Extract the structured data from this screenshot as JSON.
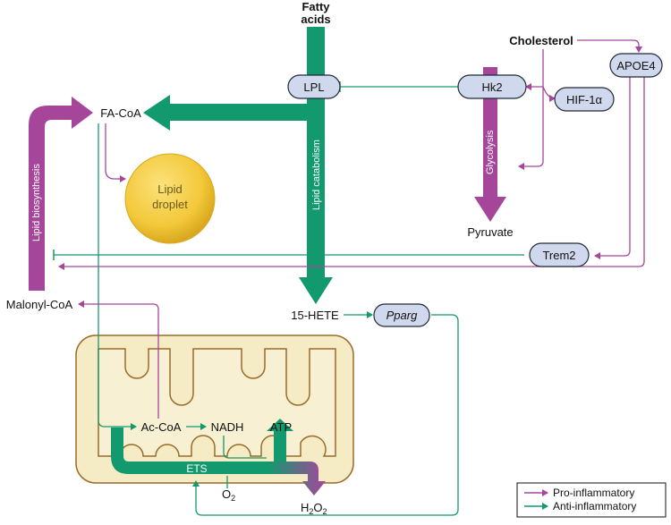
{
  "colors": {
    "pro": "#a6469b",
    "anti": "#13996e",
    "pill_fill": "#cfd8ec",
    "pill_stroke": "#1f2937",
    "mito_fill": "#f5ecc6",
    "mito_stroke": "#9a6b2a",
    "droplet": "#f3c83a"
  },
  "nodes": {
    "fatty_acids": "Fatty\nacids",
    "cholesterol": "Cholesterol",
    "lpl": "LPL",
    "hk2": "Hk2",
    "hif1a": "HIF-1α",
    "apoe4": "APOE4",
    "fa_coa": "FA-CoA",
    "lipid_droplet": "Lipid\ndroplet",
    "pyruvate": "Pyruvate",
    "trem2": "Trem2",
    "malonyl_coa": "Malonyl-CoA",
    "hete": "15-HETE",
    "pparg": "Pparg",
    "ac_coa": "Ac-CoA",
    "nadh": "NADH",
    "atp": "ATP",
    "ets": "ETS",
    "o2": "O",
    "o2_sub": "2",
    "h2o2_h": "H",
    "h2o2_sub1": "2",
    "h2o2_o": "O",
    "h2o2_sub2": "2"
  },
  "pathway_labels": {
    "lipid_biosynthesis": "Lipid  biosynthesis",
    "lipid_catabolism": "Lipid catabolism",
    "glycolysis": "Glycolysis"
  },
  "legend": {
    "pro": "Pro-inflammatory",
    "anti": "Anti-inflammatory"
  }
}
